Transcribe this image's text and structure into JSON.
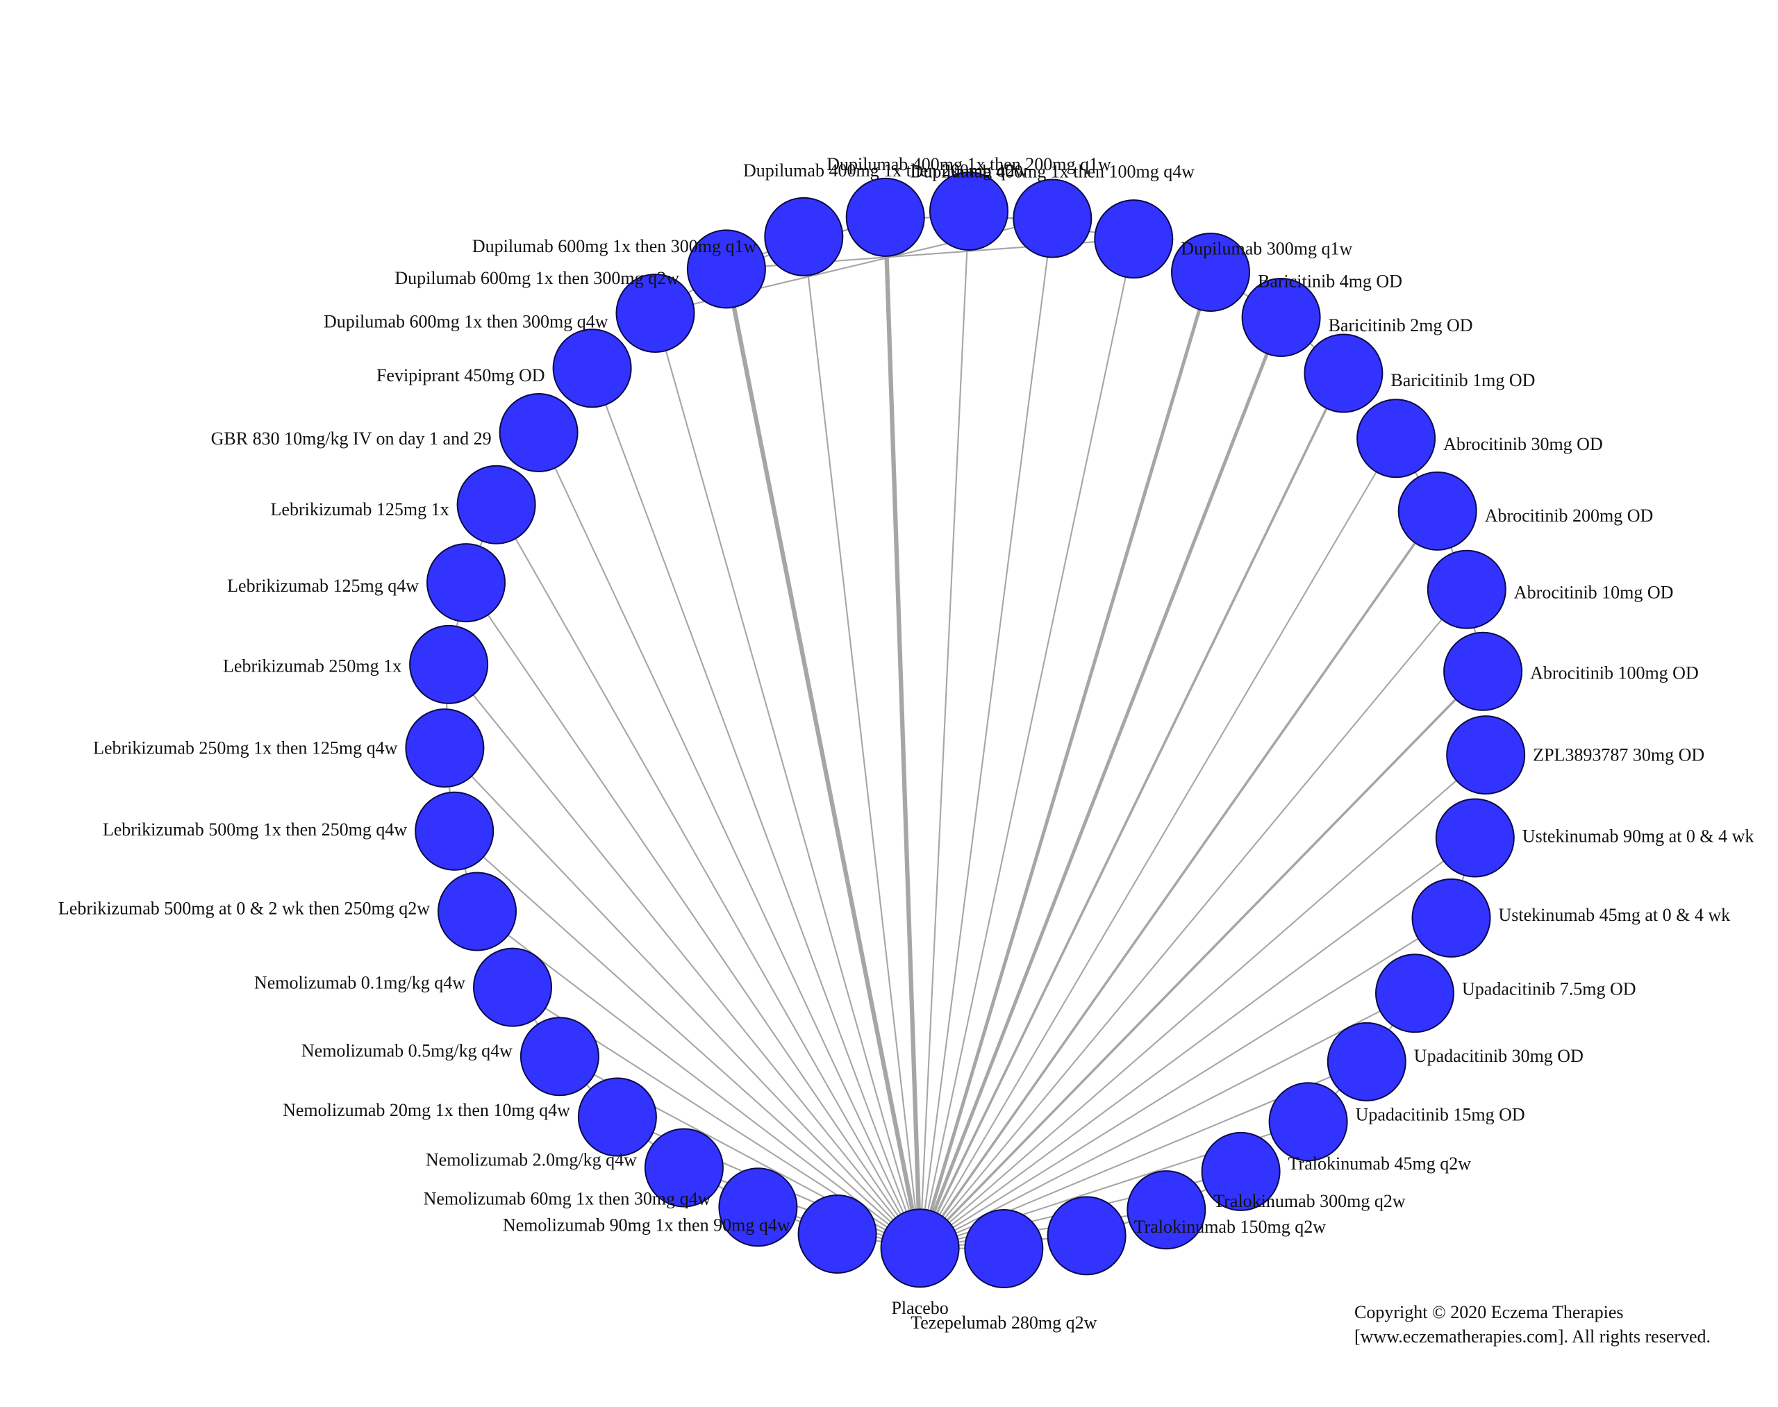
{
  "colors": {
    "node_fill": "#3333ff",
    "node_stroke": "#0a0a4a",
    "edge": "#a6a6a6",
    "text": "#111111"
  },
  "network": {
    "hub": "Placebo",
    "nodes": [
      "Placebo",
      "Tezepelumab 280mg q2w",
      "Tralokinumab 150mg q2w",
      "Tralokinumab 300mg q2w",
      "Tralokinumab 45mg q2w",
      "Upadacitinib 15mg OD",
      "Upadacitinib 30mg OD",
      "Upadacitinib 7.5mg OD",
      "Ustekinumab 45mg at 0 & 4 wk",
      "Ustekinumab 90mg at 0 & 4 wk",
      "ZPL3893787 30mg OD",
      "Abrocitinib 100mg OD",
      "Abrocitinib 10mg OD",
      "Abrocitinib 200mg OD",
      "Abrocitinib 30mg OD",
      "Baricitinib 1mg OD",
      "Baricitinib 2mg OD",
      "Baricitinib 4mg OD",
      "Dupilumab 300mg q1w",
      "Dupilumab 400mg 1x then 100mg q4w",
      "Dupilumab 400mg 1x then 200mg q1w",
      "Dupilumab 400mg 1x then 200mg q2w",
      "Dupilumab 600mg 1x then 300mg q1w",
      "Dupilumab 600mg 1x then 300mg q2w",
      "Dupilumab 600mg 1x then 300mg q4w",
      "Fevipiprant 450mg OD",
      "GBR 830 10mg/kg IV on day 1 and 29",
      "Lebrikizumab 125mg 1x",
      "Lebrikizumab 125mg q4w",
      "Lebrikizumab 250mg 1x",
      "Lebrikizumab 250mg 1x then 125mg q4w",
      "Lebrikizumab 500mg 1x then 250mg q4w",
      "Lebrikizumab 500mg at 0 & 2 wk then 250mg q2w",
      "Nemolizumab 0.1mg/kg q4w",
      "Nemolizumab 0.5mg/kg q4w",
      "Nemolizumab 20mg 1x then 10mg q4w",
      "Nemolizumab 2.0mg/kg q4w",
      "Nemolizumab 60mg 1x then 30mg q4w",
      "Nemolizumab 90mg 1x then 90mg q4w"
    ],
    "edges": [
      {
        "source": "Placebo",
        "target": "Dupilumab 600mg 1x then 300mg q2w",
        "weight": 4
      },
      {
        "source": "Placebo",
        "target": "Dupilumab 400mg 1x then 200mg q2w",
        "weight": 4
      },
      {
        "source": "Placebo",
        "target": "Dupilumab 300mg q1w",
        "weight": 1
      },
      {
        "source": "Placebo",
        "target": "Dupilumab 600mg 1x then 300mg q1w",
        "weight": 1
      },
      {
        "source": "Placebo",
        "target": "Dupilumab 400mg 1x then 200mg q1w",
        "weight": 1
      },
      {
        "source": "Placebo",
        "target": "Dupilumab 400mg 1x then 100mg q4w",
        "weight": 1
      },
      {
        "source": "Placebo",
        "target": "Dupilumab 600mg 1x then 300mg q4w",
        "weight": 1
      },
      {
        "source": "Placebo",
        "target": "Fevipiprant 450mg OD",
        "weight": 1
      },
      {
        "source": "Placebo",
        "target": "GBR 830 10mg/kg IV on day 1 and 29",
        "weight": 1
      },
      {
        "source": "Placebo",
        "target": "Lebrikizumab 125mg 1x",
        "weight": 1
      },
      {
        "source": "Placebo",
        "target": "Lebrikizumab 125mg q4w",
        "weight": 1
      },
      {
        "source": "Placebo",
        "target": "Lebrikizumab 250mg 1x",
        "weight": 1
      },
      {
        "source": "Placebo",
        "target": "Lebrikizumab 250mg 1x then 125mg q4w",
        "weight": 1
      },
      {
        "source": "Placebo",
        "target": "Lebrikizumab 500mg 1x then 250mg q4w",
        "weight": 1
      },
      {
        "source": "Placebo",
        "target": "Lebrikizumab 500mg at 0 & 2 wk then 250mg q2w",
        "weight": 1
      },
      {
        "source": "Placebo",
        "target": "Nemolizumab 0.1mg/kg q4w",
        "weight": 1
      },
      {
        "source": "Placebo",
        "target": "Nemolizumab 0.5mg/kg q4w",
        "weight": 1
      },
      {
        "source": "Placebo",
        "target": "Nemolizumab 20mg 1x then 10mg q4w",
        "weight": 1
      },
      {
        "source": "Placebo",
        "target": "Nemolizumab 2.0mg/kg q4w",
        "weight": 1
      },
      {
        "source": "Placebo",
        "target": "Nemolizumab 60mg 1x then 30mg q4w",
        "weight": 1
      },
      {
        "source": "Placebo",
        "target": "Nemolizumab 90mg 1x then 90mg q4w",
        "weight": 1
      },
      {
        "source": "Placebo",
        "target": "Baricitinib 4mg OD",
        "weight": 3
      },
      {
        "source": "Placebo",
        "target": "Baricitinib 2mg OD",
        "weight": 3
      },
      {
        "source": "Placebo",
        "target": "Baricitinib 1mg OD",
        "weight": 2
      },
      {
        "source": "Placebo",
        "target": "Abrocitinib 30mg OD",
        "weight": 1
      },
      {
        "source": "Placebo",
        "target": "Abrocitinib 200mg OD",
        "weight": 2
      },
      {
        "source": "Placebo",
        "target": "Abrocitinib 10mg OD",
        "weight": 1
      },
      {
        "source": "Placebo",
        "target": "Abrocitinib 100mg OD",
        "weight": 2
      },
      {
        "source": "Placebo",
        "target": "ZPL3893787 30mg OD",
        "weight": 1
      },
      {
        "source": "Placebo",
        "target": "Ustekinumab 90mg at 0 & 4 wk",
        "weight": 1
      },
      {
        "source": "Placebo",
        "target": "Ustekinumab 45mg at 0 & 4 wk",
        "weight": 1
      },
      {
        "source": "Placebo",
        "target": "Upadacitinib 7.5mg OD",
        "weight": 1
      },
      {
        "source": "Placebo",
        "target": "Upadacitinib 30mg OD",
        "weight": 1
      },
      {
        "source": "Placebo",
        "target": "Upadacitinib 15mg OD",
        "weight": 1
      },
      {
        "source": "Placebo",
        "target": "Tralokinumab 45mg q2w",
        "weight": 1
      },
      {
        "source": "Placebo",
        "target": "Tralokinumab 300mg q2w",
        "weight": 1
      },
      {
        "source": "Placebo",
        "target": "Tralokinumab 150mg q2w",
        "weight": 1
      },
      {
        "source": "Placebo",
        "target": "Tezepelumab 280mg q2w",
        "weight": 1
      },
      {
        "source": "Dupilumab 600mg 1x then 300mg q2w",
        "target": "Dupilumab 600mg 1x then 300mg q1w",
        "weight": 1
      },
      {
        "source": "Dupilumab 600mg 1x then 300mg q2w",
        "target": "Dupilumab 300mg q1w",
        "weight": 1
      },
      {
        "source": "Dupilumab 600mg 1x then 300mg q4w",
        "target": "Dupilumab 400mg 1x then 100mg q4w",
        "weight": 1
      },
      {
        "source": "Dupilumab 600mg 1x then 300mg q1w",
        "target": "Dupilumab 400mg 1x then 200mg q1w",
        "weight": 1
      },
      {
        "source": "Dupilumab 400mg 1x then 200mg q2w",
        "target": "Dupilumab 400mg 1x then 100mg q4w",
        "weight": 1
      },
      {
        "source": "Dupilumab 600mg 1x then 300mg q2w",
        "target": "Dupilumab 400mg 1x then 200mg q2w",
        "weight": 1
      },
      {
        "source": "Dupilumab 400mg 1x then 200mg q1w",
        "target": "Dupilumab 300mg q1w",
        "weight": 1
      },
      {
        "source": "Dupilumab 600mg 1x then 300mg q4w",
        "target": "Dupilumab 600mg 1x then 300mg q2w",
        "weight": 1
      },
      {
        "source": "Baricitinib 1mg OD",
        "target": "Baricitinib 2mg OD",
        "weight": 1
      },
      {
        "source": "Baricitinib 2mg OD",
        "target": "Baricitinib 4mg OD",
        "weight": 1
      },
      {
        "source": "Abrocitinib 30mg OD",
        "target": "Abrocitinib 200mg OD",
        "weight": 1
      },
      {
        "source": "Abrocitinib 200mg OD",
        "target": "Abrocitinib 10mg OD",
        "weight": 1
      },
      {
        "source": "Abrocitinib 10mg OD",
        "target": "Abrocitinib 100mg OD",
        "weight": 1
      },
      {
        "source": "Ustekinumab 90mg at 0 & 4 wk",
        "target": "Ustekinumab 45mg at 0 & 4 wk",
        "weight": 1
      },
      {
        "source": "Upadacitinib 7.5mg OD",
        "target": "Upadacitinib 30mg OD",
        "weight": 1
      },
      {
        "source": "Upadacitinib 30mg OD",
        "target": "Upadacitinib 15mg OD",
        "weight": 1
      },
      {
        "source": "Tralokinumab 45mg q2w",
        "target": "Tralokinumab 300mg q2w",
        "weight": 1
      },
      {
        "source": "Tralokinumab 300mg q2w",
        "target": "Tralokinumab 150mg q2w",
        "weight": 1
      },
      {
        "source": "Lebrikizumab 125mg 1x",
        "target": "Lebrikizumab 125mg q4w",
        "weight": 1
      },
      {
        "source": "Lebrikizumab 125mg q4w",
        "target": "Lebrikizumab 250mg 1x",
        "weight": 1
      },
      {
        "source": "Lebrikizumab 250mg 1x",
        "target": "Lebrikizumab 250mg 1x then 125mg q4w",
        "weight": 1
      },
      {
        "source": "Lebrikizumab 250mg 1x then 125mg q4w",
        "target": "Lebrikizumab 500mg 1x then 250mg q4w",
        "weight": 1
      },
      {
        "source": "Lebrikizumab 500mg 1x then 250mg q4w",
        "target": "Lebrikizumab 500mg at 0 & 2 wk then 250mg q2w",
        "weight": 1
      },
      {
        "source": "Nemolizumab 0.1mg/kg q4w",
        "target": "Nemolizumab 0.5mg/kg q4w",
        "weight": 1
      },
      {
        "source": "Nemolizumab 0.5mg/kg q4w",
        "target": "Nemolizumab 20mg 1x then 10mg q4w",
        "weight": 1
      },
      {
        "source": "Nemolizumab 20mg 1x then 10mg q4w",
        "target": "Nemolizumab 2.0mg/kg q4w",
        "weight": 1
      },
      {
        "source": "Nemolizumab 2.0mg/kg q4w",
        "target": "Nemolizumab 60mg 1x then 30mg q4w",
        "weight": 1
      },
      {
        "source": "Nemolizumab 60mg 1x then 30mg q4w",
        "target": "Nemolizumab 90mg 1x then 90mg q4w",
        "weight": 1
      }
    ]
  },
  "copyright": {
    "line1": "Copyright © 2020 Eczema Therapies",
    "line2": "[www.eczematherapies.com]. All rights reserved."
  }
}
